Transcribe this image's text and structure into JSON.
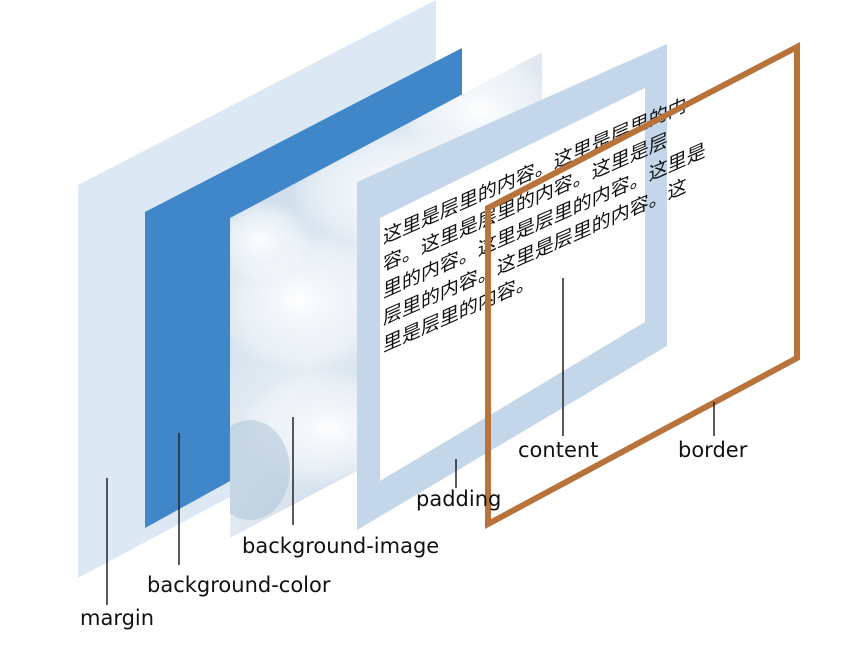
{
  "labels": {
    "margin": "margin",
    "background_color": "background-color",
    "background_image": "background-image",
    "padding": "padding",
    "content": "content",
    "border": "border"
  },
  "content_lines": [
    "这里是层里的内容。这里是层里的内",
    "容。这里是层里的内容。这里是层",
    "里的内容。这里是层里的内容。这里是",
    "层里的内容。这里是层里的内容。这",
    "里是层里的内容。"
  ],
  "colors": {
    "margin": "#dce8f3",
    "background_color": "#3f87c8",
    "padding": "#c3d6ea",
    "border": "#b8733a",
    "sky": "#9fbfdd"
  }
}
